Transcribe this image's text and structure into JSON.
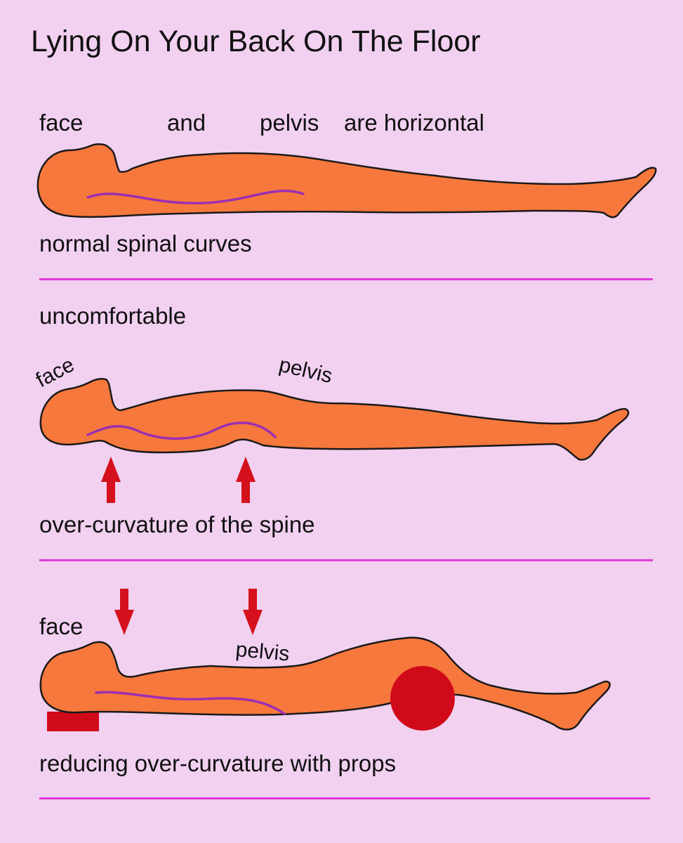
{
  "title": "Lying On Your Back On The Floor",
  "panel1": {
    "label_face": "face",
    "label_and": "and",
    "label_pelvis": "pelvis",
    "label_are_horizontal": "are horizontal",
    "caption": "normal spinal curves"
  },
  "panel2": {
    "heading": "uncomfortable",
    "label_face": "face",
    "label_pelvis": "pelvis",
    "caption": "over-curvature of the spine"
  },
  "panel3": {
    "label_face": "face",
    "label_pelvis": "pelvis",
    "caption": "reducing over-curvature with props"
  },
  "colors": {
    "background": "#f1d0f0",
    "body": "#f7783c",
    "spine": "#9b2fb3",
    "arrows_and_props": "#d4111c",
    "divider": "#e13ad8"
  }
}
